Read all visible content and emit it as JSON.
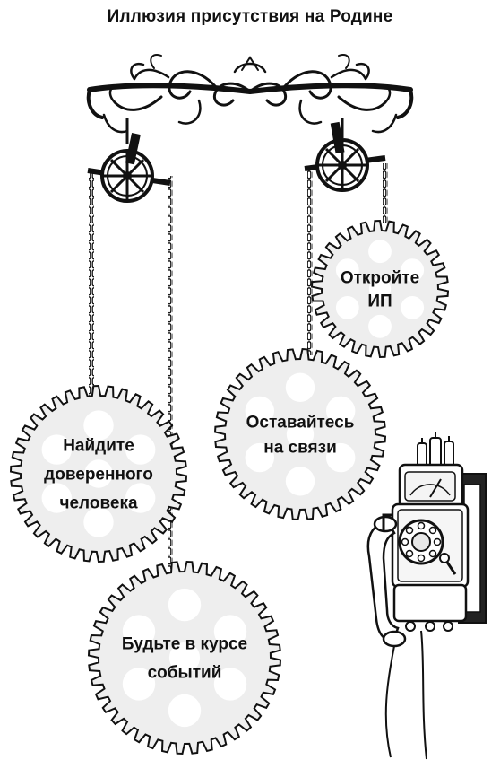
{
  "title": "Иллюзия присутствия на Родине",
  "gears": [
    {
      "id": "open-ip",
      "lines": [
        "Откройте",
        "ИП"
      ]
    },
    {
      "id": "stay-in-touch",
      "lines": [
        "Оставайтесь",
        "на связи"
      ]
    },
    {
      "id": "trusted-person",
      "lines": [
        "Найдите",
        "доверенного",
        "человека"
      ]
    },
    {
      "id": "keep-informed",
      "lines": [
        "Будьте в курсе",
        "событий"
      ]
    }
  ],
  "colors": {
    "ink": "#111111",
    "gear_fill": "#eeeeee",
    "hole_fill": "#ffffff"
  },
  "icons": {
    "ornament": "scroll-ornament-icon",
    "pulley": "pulley-wheel-icon",
    "phone": "wall-telephone-icon"
  }
}
